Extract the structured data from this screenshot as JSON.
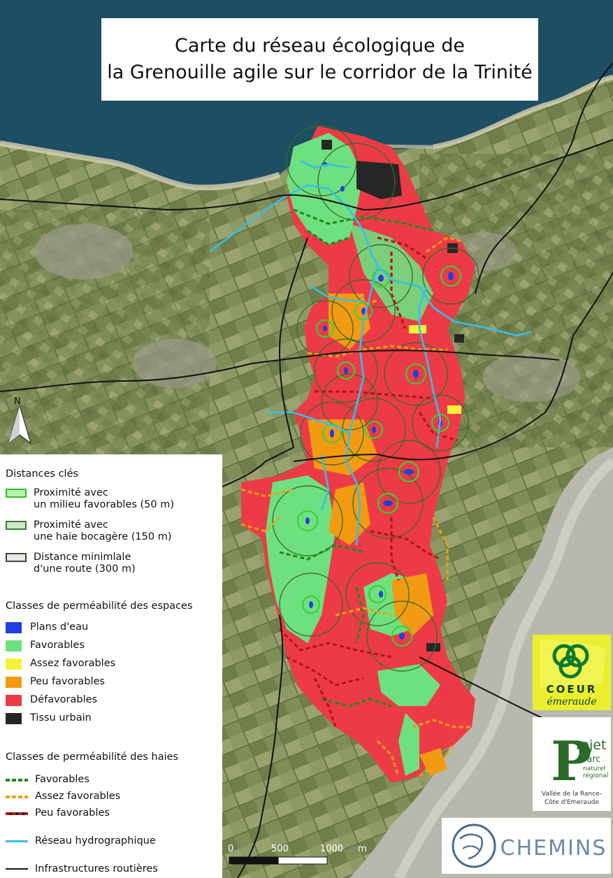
{
  "title": {
    "line1": "Carte du réseau écologique de",
    "line2": "la Grenouille agile sur le corridor de la Trinité"
  },
  "north_label": "N",
  "legend": {
    "section_distances": "Distances clés",
    "distances": [
      {
        "line1": "Proximité avec",
        "line2": "un milieu favorables (50 m)",
        "fill": "#b9f0b0",
        "border": "#2fbf2f"
      },
      {
        "line1": "Proximité avec",
        "line2": "une haie bocagère (150 m)",
        "fill": "#cfe8c8",
        "border": "#3a7a3a"
      },
      {
        "line1": "Distance minimlale",
        "line2": "d'une route (300 m)",
        "fill": "#e6eae3",
        "border": "#444444"
      }
    ],
    "section_spaces": "Classes de perméabilité des espaces",
    "spaces": [
      {
        "label": "Plans d'eau",
        "color": "#1f3fe0"
      },
      {
        "label": "Favorables",
        "color": "#6fe07f"
      },
      {
        "label": "Assez favorables",
        "color": "#f2f23a"
      },
      {
        "label": "Peu favorables",
        "color": "#f29b12"
      },
      {
        "label": "Défavorables",
        "color": "#ec3b46"
      },
      {
        "label": "Tissu urbain",
        "color": "#262626"
      }
    ],
    "section_hedges": "Classes de perméabilité des haies",
    "hedges": [
      {
        "label": "Favorables",
        "color": "#1f8a1f"
      },
      {
        "label": "Assez favorables",
        "color": "#f29b12"
      },
      {
        "label": "Peu favorables",
        "color": "#b01818"
      }
    ],
    "hydro": {
      "label": "Réseau hydrographique",
      "color": "#35c0e8"
    },
    "roads": {
      "label": "Infrastructures routières",
      "color": "#111111"
    }
  },
  "scale": {
    "labels": [
      "0",
      "500",
      "1000",
      "m"
    ]
  },
  "logos": {
    "coeur": {
      "line1": "COEUR",
      "line2": "émeraude"
    },
    "parc": {
      "big": "P",
      "word1": "rojet",
      "word2": "Parc",
      "word3": "naturel",
      "word4": "régional",
      "line1": "Vallée de la Rance-",
      "line2": "Côte d'Emeraude"
    },
    "chemins": {
      "text": "CHEMINS"
    }
  },
  "colors": {
    "favorable": "#6fe07f",
    "assez": "#f2f23a",
    "peu": "#f29b12",
    "defavorable": "#ec3b46",
    "urbain": "#262626",
    "eau": "#1f3fe0",
    "hydro": "#35c0e8",
    "sea": "#1d4e63",
    "farmland": "#7f8e58"
  }
}
